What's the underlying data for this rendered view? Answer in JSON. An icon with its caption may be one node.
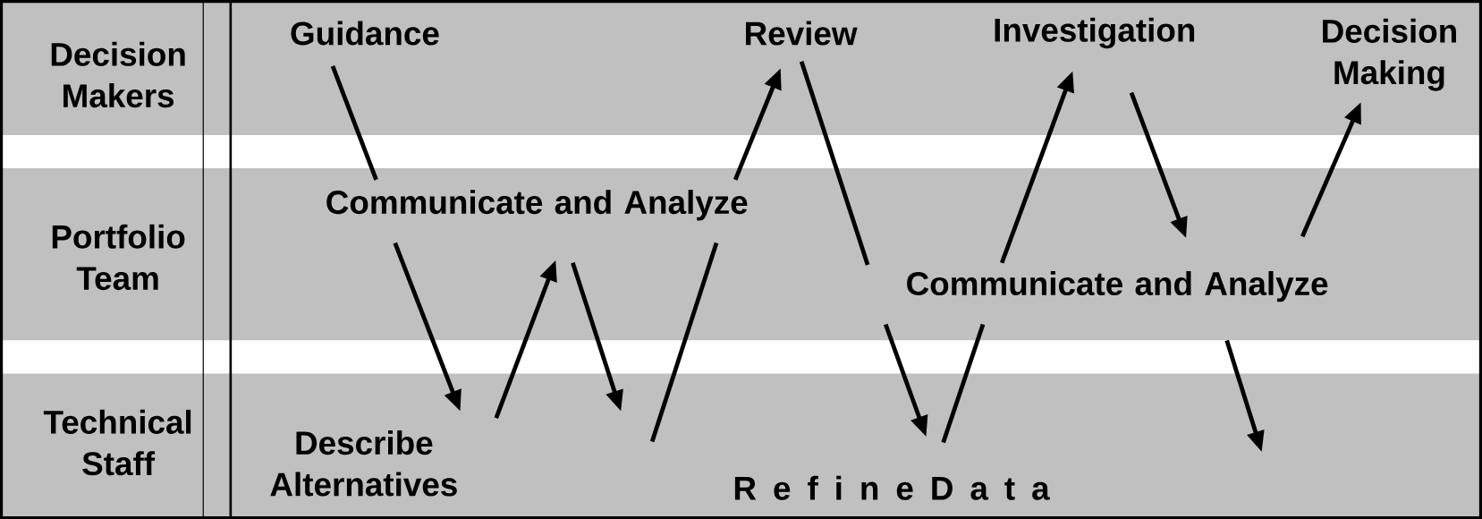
{
  "diagram": {
    "nodes": [
      {
        "text": [
          "Guidance"
        ]
      },
      {
        "text": [
          "Review"
        ]
      },
      {
        "text": [
          "Investigation"
        ]
      },
      {
        "text": [
          "Decision Making"
        ]
      },
      {
        "text": [
          "Communicate and Analyze"
        ]
      },
      {
        "text": [
          "Communicate and Analyze"
        ]
      },
      {
        "text": [
          "Describe Alternatives"
        ]
      },
      {
        "text": [
          "R e f i n e D a t a"
        ]
      }
    ],
    "edges": [
      {
        "from": 0,
        "to": 4,
        "arrow": "none"
      },
      {
        "from": 4,
        "to": 6,
        "arrow": "to"
      },
      {
        "from": 6,
        "to": 4,
        "arrow": "to"
      },
      {
        "from": 4,
        "to": null,
        "arrow": "to"
      },
      {
        "from": null,
        "to": 4,
        "arrow": "none"
      },
      {
        "from": 4,
        "to": 1,
        "arrow": "to"
      },
      {
        "from": 1,
        "to": 5,
        "arrow": "none"
      },
      {
        "from": 5,
        "to": 7,
        "arrow": "to"
      },
      {
        "from": 7,
        "to": 5,
        "arrow": "none"
      },
      {
        "from": 5,
        "to": 2,
        "arrow": "to"
      },
      {
        "from": 2,
        "to": 5,
        "arrow": "to"
      },
      {
        "from": 5,
        "to": 3,
        "arrow": "to"
      },
      {
        "from": 5,
        "to": null,
        "arrow": "to"
      }
    ],
    "labels": [
      "Decision Makers",
      "Portfolio Team",
      "Technical Staff"
    ]
  }
}
